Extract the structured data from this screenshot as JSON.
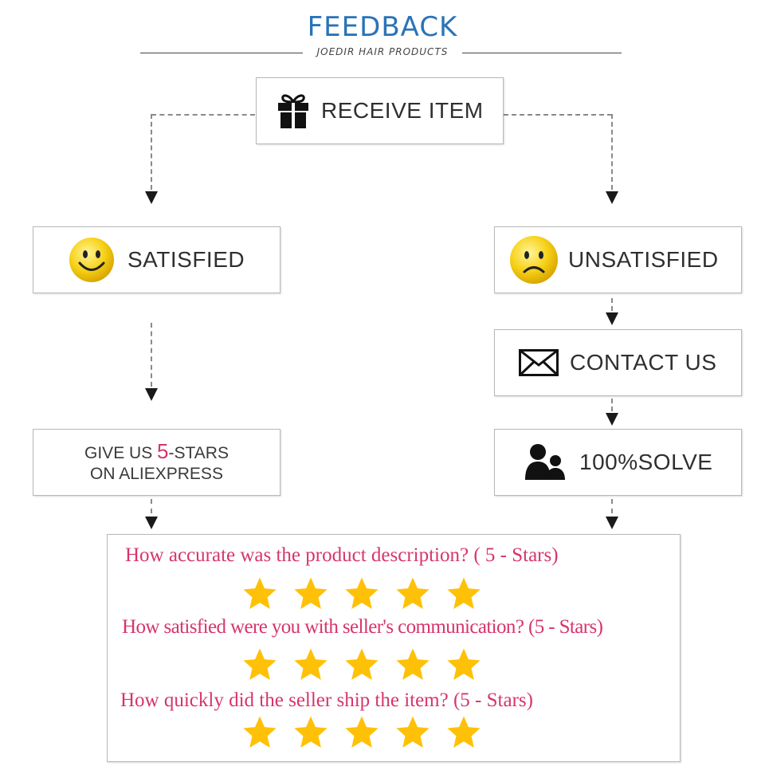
{
  "header": {
    "title": "FEEDBACK",
    "subtitle": "JOEDIR HAIR PRODUCTS"
  },
  "nodes": {
    "receive": {
      "label": "RECEIVE ITEM",
      "icon": "gift-icon"
    },
    "satisfied": {
      "label": "SATISFIED",
      "icon": "smiley-face-icon"
    },
    "unsatisfied": {
      "label": "UNSATISFIED",
      "icon": "sad-face-icon"
    },
    "contact": {
      "label": "CONTACT US",
      "icon": "envelope-icon"
    },
    "solve": {
      "label": "100%SOLVE",
      "icon": "people-icon"
    },
    "give": {
      "line1_a": "GIVE US ",
      "line1_num": "5",
      "line1_b": "-STARS",
      "line2": "ON ALIEXPRESS"
    }
  },
  "review": {
    "questions": [
      {
        "text": "How accurate was the product description? ( 5 - Stars)",
        "stars": 5
      },
      {
        "text": "How satisfied were you with seller's communication? (5 - Stars)",
        "stars": 5
      },
      {
        "text": "How quickly did the seller ship the item? (5 - Stars)",
        "stars": 5
      }
    ]
  },
  "colors": {
    "title": "#2a73b8",
    "question_text": "#d6356b",
    "star": "#ffc107",
    "smiley": "#f7d117"
  }
}
